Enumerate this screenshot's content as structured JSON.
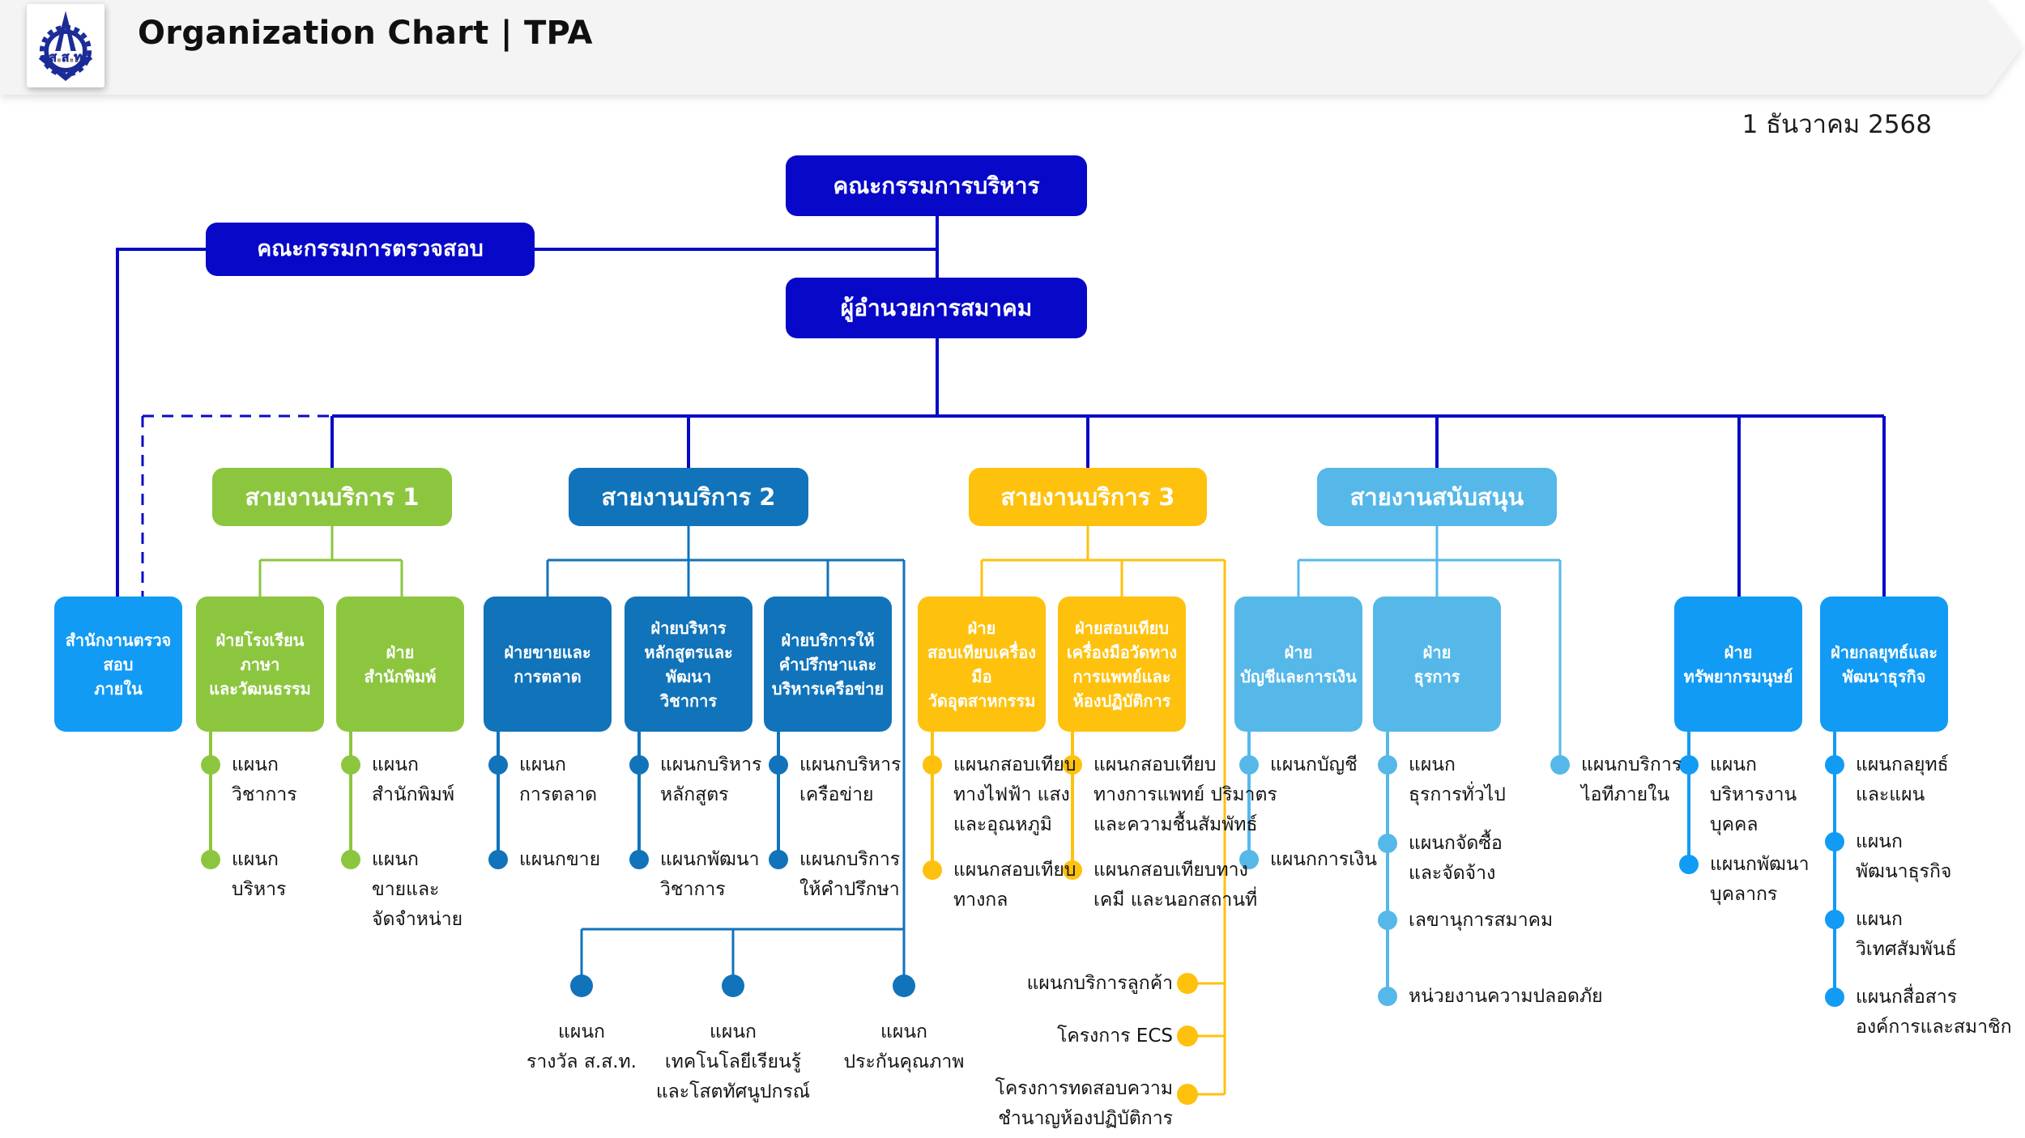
{
  "colors": {
    "trunk": "#0808C8",
    "service1": "#8CC63F",
    "service2": "#1173BA",
    "service3": "#FEC10D",
    "support": "#56B8E9",
    "direct": "#129BF4",
    "band": "#F4F4F5",
    "ink": "#141414"
  },
  "header": {
    "title": "Organization Chart | TPA",
    "logo_text": "ส.ส.ท"
  },
  "date_label": "1 ธันวาคม 2568",
  "top": {
    "board": "คณะกรรมการบริหาร",
    "audit_committee": "คณะกรรมการตรวจสอบ",
    "director": "ผู้อำนวยการสมาคม",
    "internal_audit": "สำนักงานตรวจสอบ\nภายใน"
  },
  "branches": [
    {
      "label": "สายงานบริการ 1",
      "departments": [
        {
          "label": "ฝ่ายโรงเรียนภาษา\nและวัฒนธรรม",
          "units": [
            "แผนก\nวิชาการ",
            "แผนก\nบริหาร"
          ]
        },
        {
          "label": "ฝ่าย\nสำนักพิมพ์",
          "units": [
            "แผนก\nสำนักพิมพ์",
            "แผนก\nขายและ\nจัดจำหน่าย"
          ]
        }
      ]
    },
    {
      "label": "สายงานบริการ 2",
      "departments": [
        {
          "label": "ฝ่ายขายและ\nการตลาด",
          "units": [
            "แผนก\nการตลาด",
            "แผนกขาย"
          ]
        },
        {
          "label": "ฝ่ายบริหาร\nหลักสูตรและ\nพัฒนา\nวิชาการ",
          "units": [
            "แผนกบริหาร\nหลักสูตร",
            "แผนกพัฒนา\nวิชาการ"
          ]
        },
        {
          "label": "ฝ่ายบริการให้\nคำปรึกษาและ\nบริหารเครือข่าย",
          "units": [
            "แผนกบริหาร\nเครือข่าย",
            "แผนกบริการ\nให้คำปรึกษา"
          ]
        }
      ],
      "shared_units": [
        "แผนก\nรางวัล ส.ส.ท.",
        "แผนก\nเทคโนโลยีเรียนรู้\nและโสตทัศนูปกรณ์",
        "แผนก\nประกันคุณภาพ"
      ]
    },
    {
      "label": "สายงานบริการ 3",
      "departments": [
        {
          "label": "ฝ่าย\nสอบเทียบเครื่องมือ\nวัดอุตสาหกรรม",
          "units": [
            "แผนกสอบเทียบ\nทางไฟฟ้า แสง\nและอุณหภูมิ",
            "แผนกสอบเทียบ\nทางกล"
          ]
        },
        {
          "label": "ฝ่ายสอบเทียบ\nเครื่องมือวัดทาง\nการแพทย์และ\nห้องปฏิบัติการ",
          "units": [
            "แผนกสอบเทียบ\nทางการแพทย์ ปริมาตร\nและความชื้นสัมพัทธ์",
            "แผนกสอบเทียบทาง\nเคมี และนอกสถานที่"
          ]
        }
      ],
      "shared_units": [
        "แผนกบริการลูกค้า",
        "โครงการ ECS",
        "โครงการทดสอบความ\nชำนาญห้องปฏิบัติการ"
      ]
    },
    {
      "label": "สายงานสนับสนุน",
      "departments": [
        {
          "label": "ฝ่าย\nบัญชีและการเงิน",
          "units": [
            "แผนกบัญชี",
            "แผนกการเงิน"
          ]
        },
        {
          "label": "ฝ่าย\nธุรการ",
          "units": [
            "แผนก\nธุรการทั่วไป",
            "แผนกจัดซื้อ\nและจัดจ้าง",
            "เลขานุการสมาคม",
            "หน่วยงานความปลอดภัย"
          ]
        }
      ],
      "direct_unit": "แผนกบริการ\nไอทีภายใน"
    }
  ],
  "direct_departments": [
    {
      "label": "ฝ่าย\nทรัพยากรมนุษย์",
      "units": [
        "แผนก\nบริหารงาน\nบุคคล",
        "แผนกพัฒนา\nบุคลากร"
      ]
    },
    {
      "label": "ฝ่ายกลยุทธ์และ\nพัฒนาธุรกิจ",
      "units": [
        "แผนกลยุทธ์\nและแผน",
        "แผนก\nพัฒนาธุรกิจ",
        "แผนก\nวิเทศสัมพันธ์",
        "แผนกสื่อสาร\nองค์การและสมาชิก"
      ]
    }
  ]
}
